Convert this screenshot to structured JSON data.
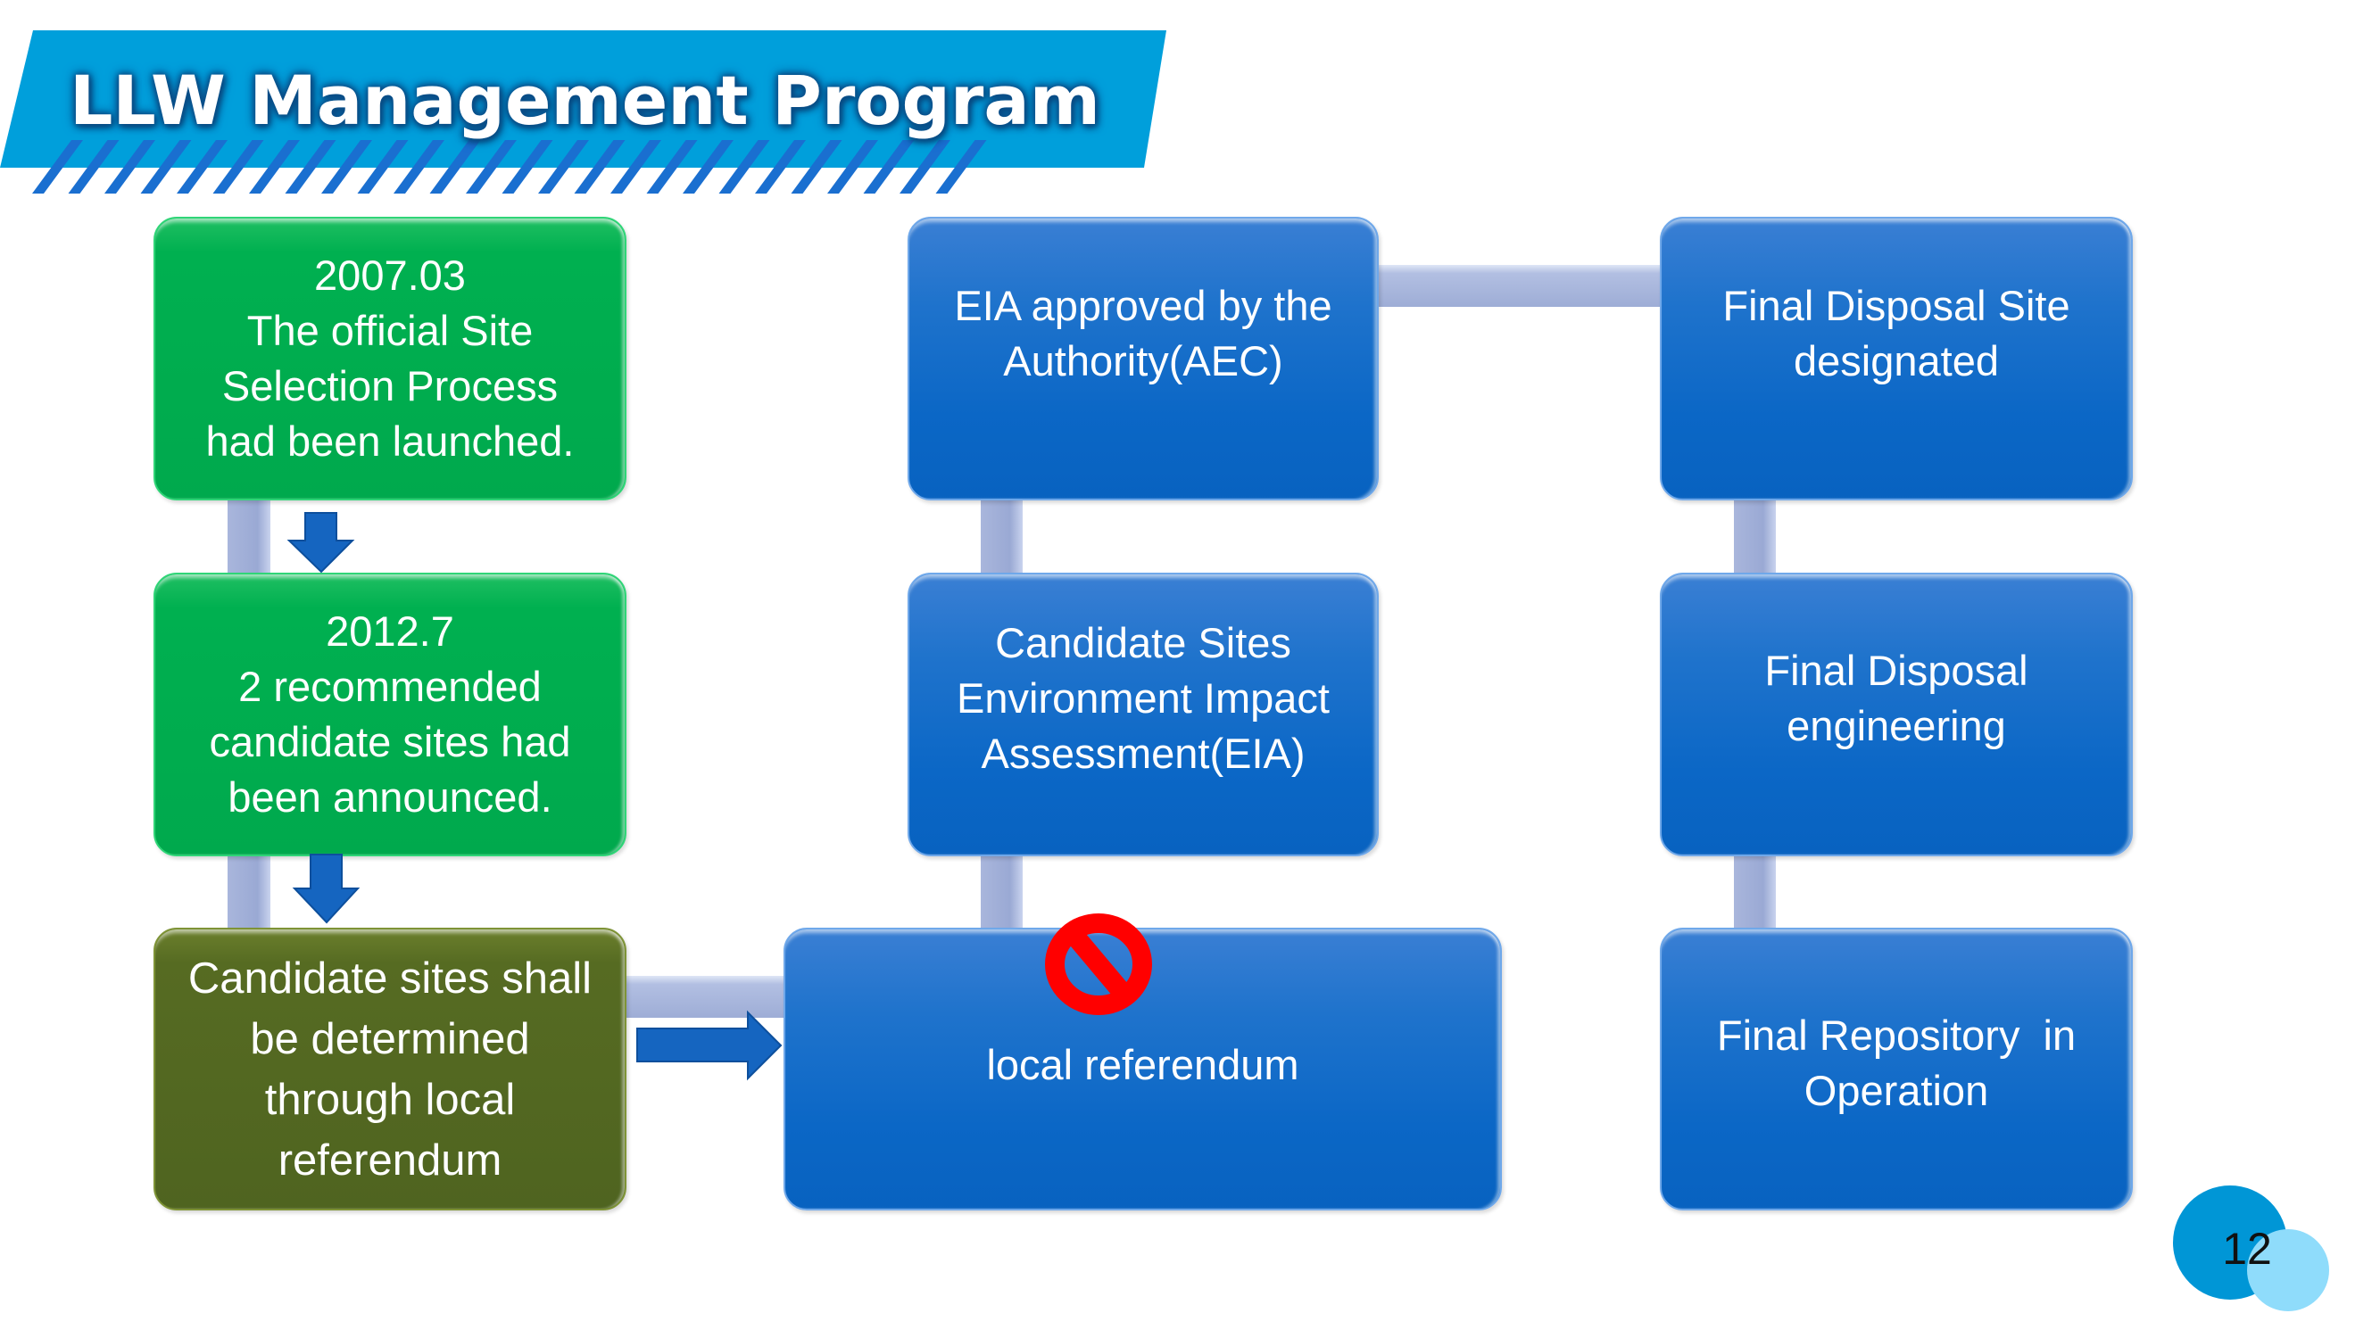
{
  "slide": {
    "title": "LLW Management Program",
    "page_number": "12"
  },
  "colors": {
    "banner": "#009fdb",
    "stripes": "#1a6fd0",
    "green_box": "#00b050",
    "olive_box": "#566b22",
    "blue_box": "#0b67c6",
    "connector": "#a3b1d9",
    "arrow": "#1565c0",
    "prohibition": "#ff0000",
    "page_circle_dark": "#0096d6",
    "page_circle_light": "#8fdcfb"
  },
  "flow": {
    "step1": "2007.03\nThe official Site\nSelection Process\nhad been launched.",
    "step2": "2012.7\n2 recommended\ncandidate sites had\nbeen announced.",
    "step3": "Candidate sites shall\nbe determined\nthrough local\nreferendum",
    "step4": "local referendum",
    "step5": "Candidate Sites\nEnvironment Impact\nAssessment(EIA)",
    "step6": "EIA approved by the\nAuthority(AEC)",
    "step7": "Final Disposal Site\ndesignated",
    "step8": "Final Disposal\nengineering",
    "step9": "Final Repository  in\nOperation"
  },
  "icons": {
    "blocked": "prohibition-sign-icon",
    "down_arrow": "arrow-down-icon",
    "right_arrow": "arrow-right-icon"
  }
}
